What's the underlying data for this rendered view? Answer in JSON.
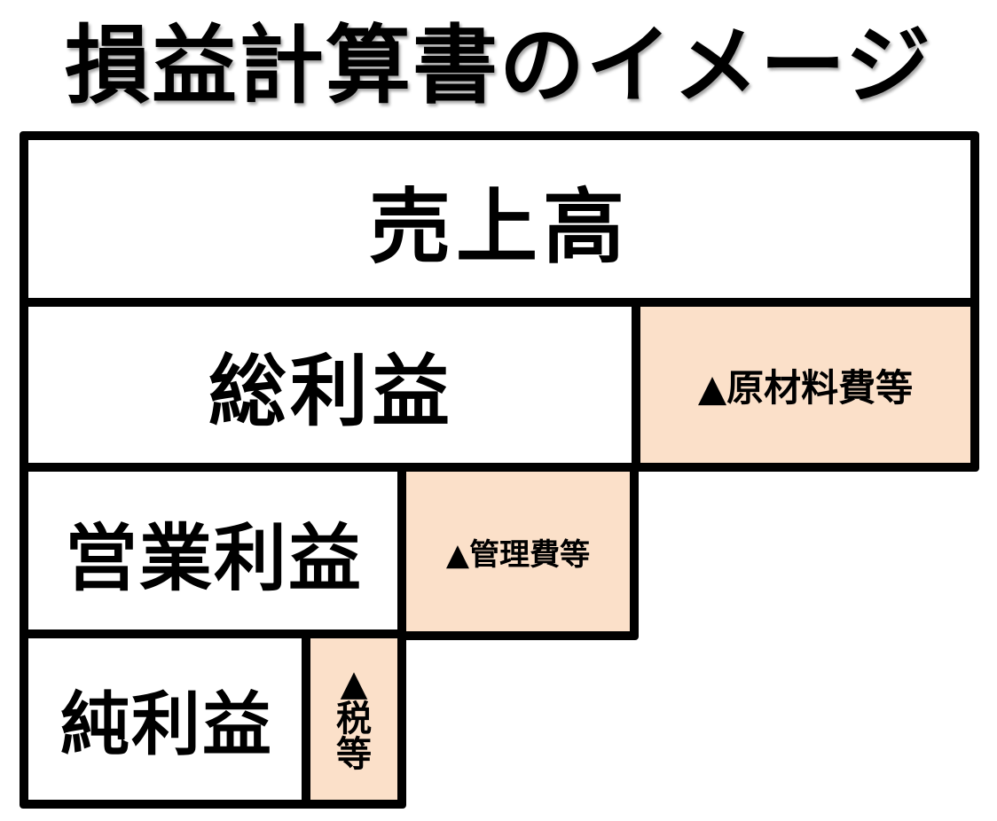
{
  "title": "損益計算書のイメージ",
  "diagram": {
    "sales": "売上高",
    "gross_profit": "総利益",
    "cost_of_materials": "▲原材料費等",
    "operating_profit": "営業利益",
    "admin_expenses": "▲管理費等",
    "net_profit": "純利益",
    "tax": {
      "line1": "▲",
      "line2": "税",
      "line3": "等"
    }
  },
  "colors": {
    "deduction_fill": "#fbe0c9",
    "profit_fill": "#ffffff",
    "border": "#000000"
  }
}
